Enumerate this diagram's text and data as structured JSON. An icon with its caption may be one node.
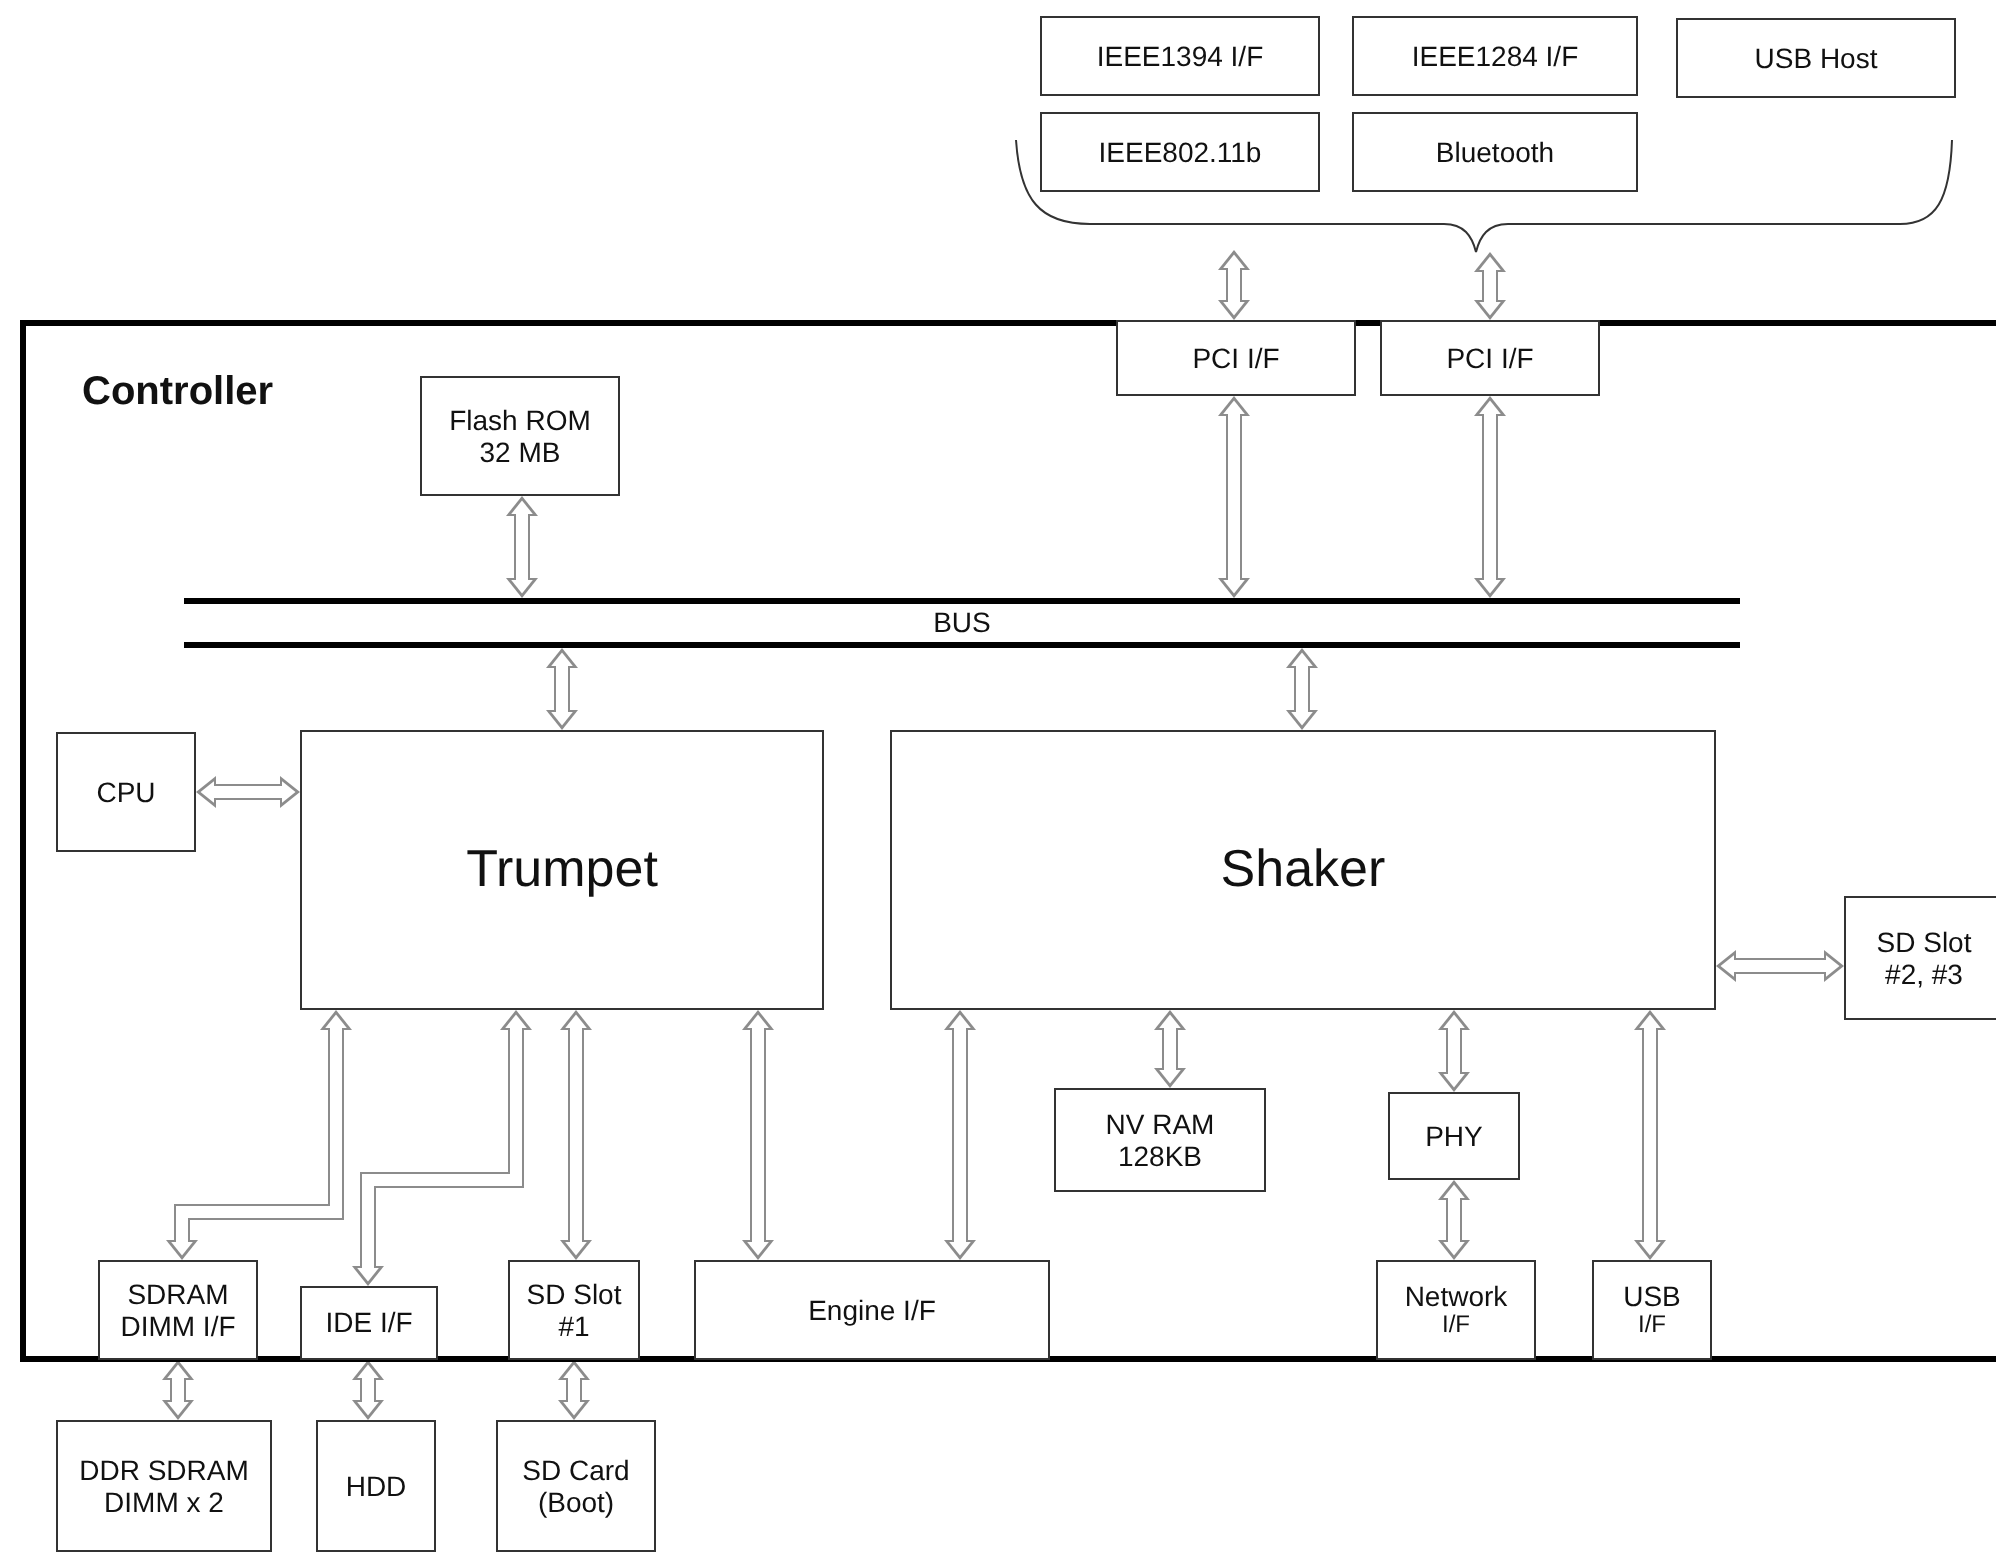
{
  "diagram": {
    "nodes": [
      {
        "text": [
          "IEEE1394 I/F"
        ]
      },
      {
        "text": [
          "IEEE1284 I/F"
        ]
      },
      {
        "text": [
          "USB Host"
        ]
      },
      {
        "text": [
          "IEEE802.11b"
        ]
      },
      {
        "text": [
          "Bluetooth"
        ]
      },
      {
        "text": [
          "Controller"
        ]
      },
      {
        "text": [
          "PCI I/F"
        ],
        "in": 5
      },
      {
        "text": [
          "PCI I/F"
        ],
        "in": 5
      },
      {
        "text": [
          "Flash ROM 32 MB"
        ],
        "in": 5
      },
      {
        "text": [
          "BUS"
        ],
        "in": 5
      },
      {
        "text": [
          "CPU"
        ],
        "in": 5
      },
      {
        "text": [
          "Trumpet"
        ],
        "in": 5
      },
      {
        "text": [
          "Shaker"
        ],
        "in": 5
      },
      {
        "text": [
          "SD Slot #2, #3"
        ],
        "in": 5
      },
      {
        "text": [
          "NV RAM 128KB"
        ],
        "in": 5
      },
      {
        "text": [
          "PHY"
        ],
        "in": 5
      },
      {
        "text": [
          "SDRAM DIMM I/F"
        ],
        "in": 5
      },
      {
        "text": [
          "IDE I/F"
        ],
        "in": 5
      },
      {
        "text": [
          "SD Slot #1"
        ],
        "in": 5
      },
      {
        "text": [
          "Engine I/F"
        ],
        "in": 5
      },
      {
        "text": [
          "Network",
          "I/F"
        ],
        "in": 5
      },
      {
        "text": [
          "USB",
          "I/F"
        ],
        "in": 5
      },
      {
        "text": [
          "DDR SDRAM DIMM x 2"
        ]
      },
      {
        "text": [
          "HDD"
        ]
      },
      {
        "text": [
          "SD Card (Boot)"
        ]
      },
      {
        "text": [],
        "shape": "brace"
      }
    ],
    "edges": [
      {
        "from": 25,
        "to": 6,
        "arrow": "both"
      },
      {
        "from": 25,
        "to": 7,
        "arrow": "both"
      },
      {
        "from": 6,
        "to": 9,
        "arrow": "both"
      },
      {
        "from": 7,
        "to": 9,
        "arrow": "both"
      },
      {
        "from": 8,
        "to": 9,
        "arrow": "both"
      },
      {
        "from": 9,
        "to": 11,
        "arrow": "both"
      },
      {
        "from": 9,
        "to": 12,
        "arrow": "both"
      },
      {
        "from": 10,
        "to": 11,
        "arrow": "both"
      },
      {
        "from": 12,
        "to": 13,
        "arrow": "both"
      },
      {
        "from": 11,
        "to": 16,
        "arrow": "both"
      },
      {
        "from": 11,
        "to": 17,
        "arrow": "both"
      },
      {
        "from": 11,
        "to": 18,
        "arrow": "both"
      },
      {
        "from": 11,
        "to": 19,
        "arrow": "both"
      },
      {
        "from": 12,
        "to": 19,
        "arrow": "both"
      },
      {
        "from": 12,
        "to": 14,
        "arrow": "both"
      },
      {
        "from": 12,
        "to": 15,
        "arrow": "both"
      },
      {
        "from": 15,
        "to": 20,
        "arrow": "both"
      },
      {
        "from": 12,
        "to": 21,
        "arrow": "both"
      },
      {
        "from": 16,
        "to": 22,
        "arrow": "both"
      },
      {
        "from": 17,
        "to": 23,
        "arrow": "both"
      },
      {
        "from": 18,
        "to": 24,
        "arrow": "both"
      }
    ]
  }
}
